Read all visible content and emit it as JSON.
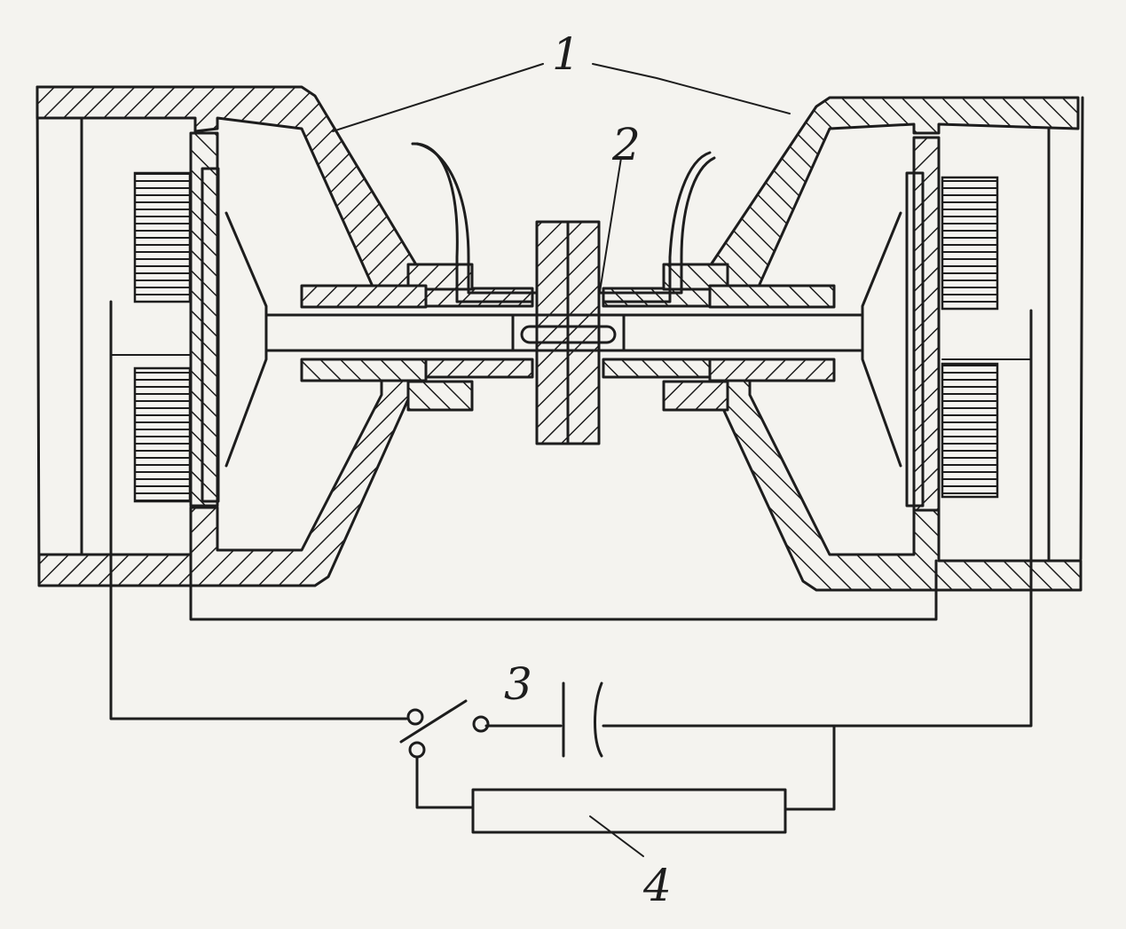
{
  "diagram": {
    "labels": {
      "part_1": "1",
      "part_2": "2",
      "part_3": "3",
      "part_4": "4"
    },
    "colors": {
      "ink": "#1d1d1d",
      "paper": "#f4f3ef"
    }
  }
}
